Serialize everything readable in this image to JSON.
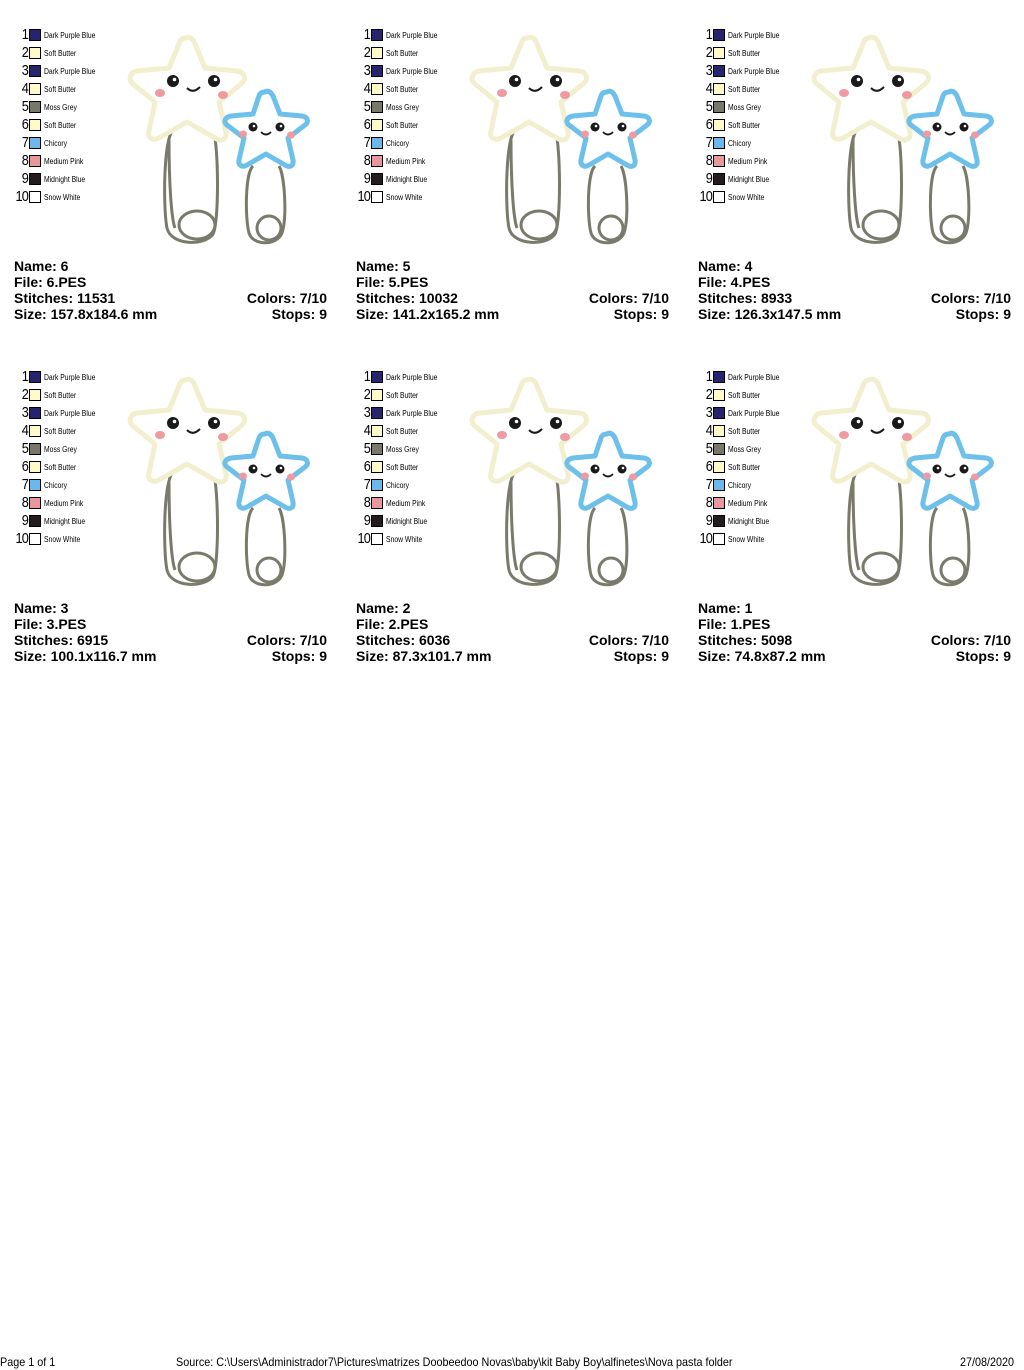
{
  "palette": [
    {
      "num": "1",
      "name": "Dark Purple Blue",
      "color": "#27236e"
    },
    {
      "num": "2",
      "name": "Soft Butter",
      "color": "#fffbc8"
    },
    {
      "num": "3",
      "name": "Dark Purple Blue",
      "color": "#27236e"
    },
    {
      "num": "4",
      "name": "Soft Butter",
      "color": "#fffbc8"
    },
    {
      "num": "5",
      "name": "Moss Grey",
      "color": "#77776a"
    },
    {
      "num": "6",
      "name": "Soft Butter",
      "color": "#fffbc8"
    },
    {
      "num": "7",
      "name": "Chicory",
      "color": "#6cb8ec"
    },
    {
      "num": "8",
      "name": "Medium Pink",
      "color": "#e8979c"
    },
    {
      "num": "9",
      "name": "Midnight Blue",
      "color": "#221c1e"
    },
    {
      "num": "10",
      "name": "Snow White",
      "color": "#ffffff"
    }
  ],
  "colors": {
    "big_star_outline": "#f2efcf",
    "big_star_edge": "#d9d6ae",
    "small_star_outline": "#6cc0ea",
    "small_star_edge": "#3d9fd6",
    "pin": "#7a7a6c",
    "cheek": "#ef9aa0",
    "eye": "#1a1a1a"
  },
  "designs": [
    {
      "name": "Name: 6",
      "file": "File: 6.PES",
      "stitches": "Stitches: 11531",
      "colors": "Colors: 7/10",
      "size": "Size: 157.8x184.6 mm",
      "stops": "Stops: 9"
    },
    {
      "name": "Name: 5",
      "file": "File: 5.PES",
      "stitches": "Stitches: 10032",
      "colors": "Colors: 7/10",
      "size": "Size: 141.2x165.2 mm",
      "stops": "Stops: 9"
    },
    {
      "name": "Name: 4",
      "file": "File: 4.PES",
      "stitches": "Stitches: 8933",
      "colors": "Colors: 7/10",
      "size": "Size: 126.3x147.5 mm",
      "stops": "Stops: 9"
    },
    {
      "name": "Name: 3",
      "file": "File: 3.PES",
      "stitches": "Stitches: 6915",
      "colors": "Colors: 7/10",
      "size": "Size: 100.1x116.7 mm",
      "stops": "Stops: 9"
    },
    {
      "name": "Name: 2",
      "file": "File: 2.PES",
      "stitches": "Stitches: 6036",
      "colors": "Colors: 7/10",
      "size": "Size: 87.3x101.7 mm",
      "stops": "Stops: 9"
    },
    {
      "name": "Name: 1",
      "file": "File: 1.PES",
      "stitches": "Stitches: 5098",
      "colors": "Colors: 7/10",
      "size": "Size: 74.8x87.2 mm",
      "stops": "Stops: 9"
    }
  ],
  "footer": {
    "page": "Page 1 of 1",
    "source": "Source: C:\\Users\\Administrador7\\Pictures\\matrizes Doobeedoo Novas\\baby\\kit Baby Boy\\alfinetes\\Nova pasta folder",
    "date": "27/08/2020"
  }
}
